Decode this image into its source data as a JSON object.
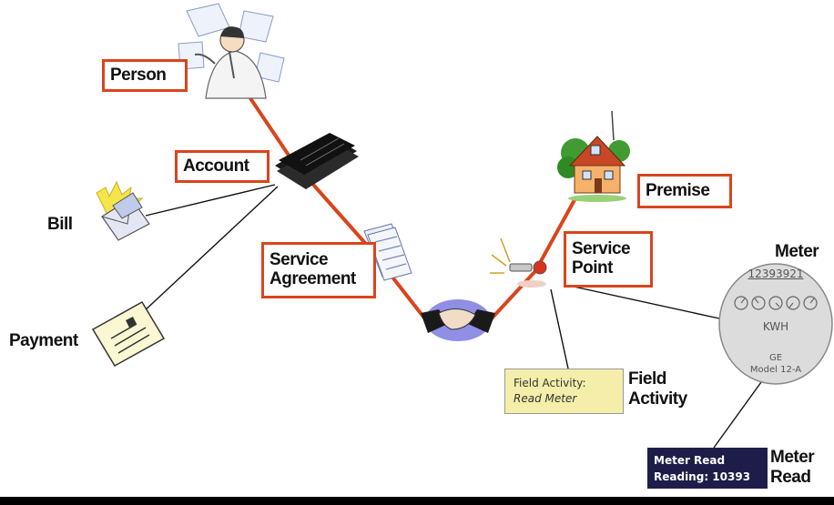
{
  "nodes": {
    "person": "Person",
    "account": "Account",
    "service_agreement": [
      "Service",
      "Agreement"
    ],
    "premise": "Premise",
    "service_point": [
      "Service",
      "Point"
    ]
  },
  "plain_labels": {
    "bill": "Bill",
    "payment": "Payment",
    "meter": "Meter",
    "field_activity": [
      "Field",
      "Activity"
    ],
    "meter_read": [
      "Meter",
      "Read"
    ]
  },
  "field_activity_card": {
    "line1": "Field Activity:",
    "line2": "Read Meter"
  },
  "meter_read_card": {
    "line1": "Meter Read",
    "line2": "Reading: 10393"
  },
  "meter_dial": {
    "serial": "12393921",
    "unit": "KWH",
    "make": "GE",
    "model": "Model 12-A"
  },
  "colors": {
    "connector": "#d9451c",
    "box_border": "#d9451c",
    "field_activity_bg": "#f4eeaa",
    "meter_read_bg": "#1e1d49",
    "meter_face": "#dcdcdc"
  },
  "icons": [
    "person-icon",
    "account-ledger-icon",
    "bill-envelope-icon",
    "payment-check-icon",
    "service-agreement-document-icon",
    "handshake-icon",
    "house-icon",
    "service-point-pipe-icon",
    "meter-icon"
  ]
}
